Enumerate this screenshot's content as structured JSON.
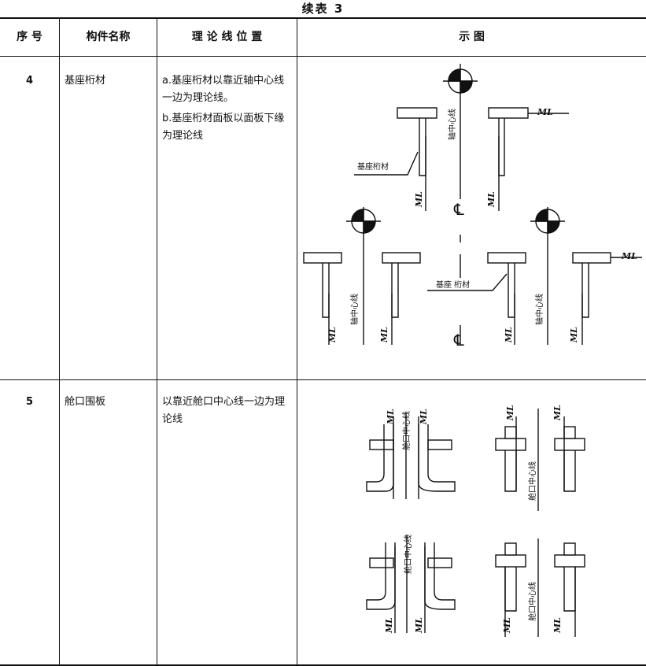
{
  "caption": "续表 3",
  "headers": {
    "seq": "序  号",
    "name": "构件名称",
    "theory": "理 论 线 位 置",
    "diagram": "示           图"
  },
  "rows": [
    {
      "seq": "4",
      "name": "基座桁材",
      "theory_a": "a.基座桁材以靠近轴中心线一边为理论线。",
      "theory_b": "b.基座桁材面板以面板下缘为理论线",
      "labels": {
        "ml": "ML",
        "member": "基座桁材",
        "member_split": "基座 桁材",
        "axis": "轴中心线",
        "cl": "℄"
      }
    },
    {
      "seq": "5",
      "name": "舱口围板",
      "theory": "以靠近舱口中心线一边为理论线",
      "labels": {
        "ml": "ML",
        "hatch_axis": "舱口中心线"
      }
    }
  ]
}
